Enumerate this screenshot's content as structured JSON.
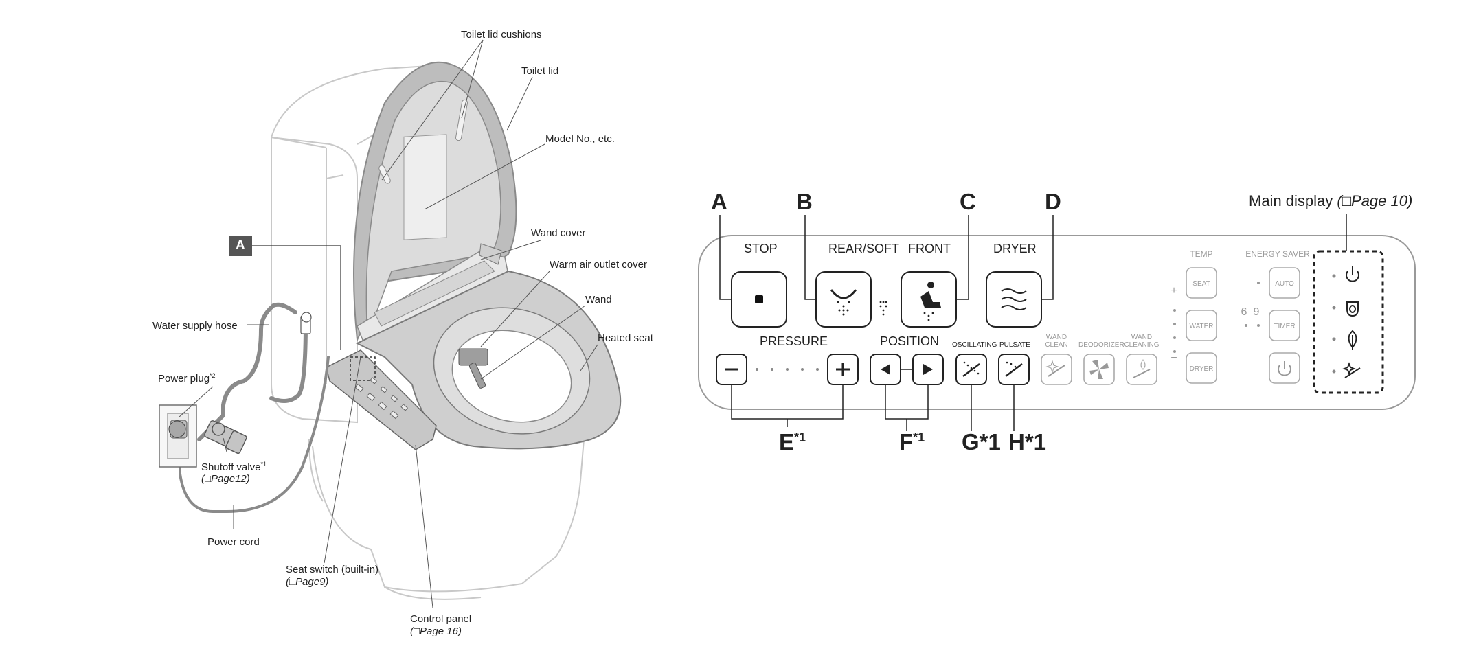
{
  "left_diagram": {
    "callout_box": "A",
    "labels": {
      "toilet_lid_cushions": "Toilet lid cushions",
      "toilet_lid": "Toilet lid",
      "model_no": "Model No., etc.",
      "wand_cover": "Wand cover",
      "warm_air_outlet_cover": "Warm air outlet cover",
      "wand": "Wand",
      "heated_seat": "Heated seat",
      "water_supply_hose": "Water supply hose",
      "power_plug": "Power plug",
      "power_plug_note": "*2",
      "shutoff_valve": "Shutoff valve",
      "shutoff_valve_note": "*1",
      "shutoff_valve_ref": "(□Page12)",
      "power_cord": "Power cord",
      "seat_switch": "Seat switch (built-in)",
      "seat_switch_ref": "(□Page9)",
      "control_panel": "Control panel",
      "control_panel_ref": "(□Page 16)"
    }
  },
  "panel": {
    "main_display_label": "Main display",
    "main_display_ref": "(□Page 10)",
    "letters": {
      "a": "A",
      "b": "B",
      "c": "C",
      "d": "D",
      "e": "E",
      "e_note": "*1",
      "f": "F",
      "f_note": "*1",
      "g": "G*1",
      "h": "H*1"
    },
    "buttons": {
      "stop": "STOP",
      "rear_soft": "REAR/SOFT",
      "front": "FRONT",
      "dryer": "DRYER",
      "pressure": "PRESSURE",
      "position": "POSITION",
      "oscillating": "OSCILLATING",
      "pulsate": "PULSATE",
      "wand_clean_1": "WAND",
      "wand_clean_2": "CLEAN",
      "deodorizer": "DEODORIZER",
      "wand_cleaning_1": "WAND",
      "wand_cleaning_2": "CLEANING",
      "temp": "TEMP",
      "energy_saver": "ENERGY SAVER",
      "seat": "SEAT",
      "water": "WATER",
      "dryer_small": "DRYER",
      "auto": "AUTO",
      "timer": "TIMER",
      "plus": "+",
      "minus": "−",
      "six": "6",
      "nine": "9"
    },
    "display_icons": [
      "power-icon",
      "seat-icon",
      "leaf-icon",
      "wand-clean-icon"
    ]
  }
}
